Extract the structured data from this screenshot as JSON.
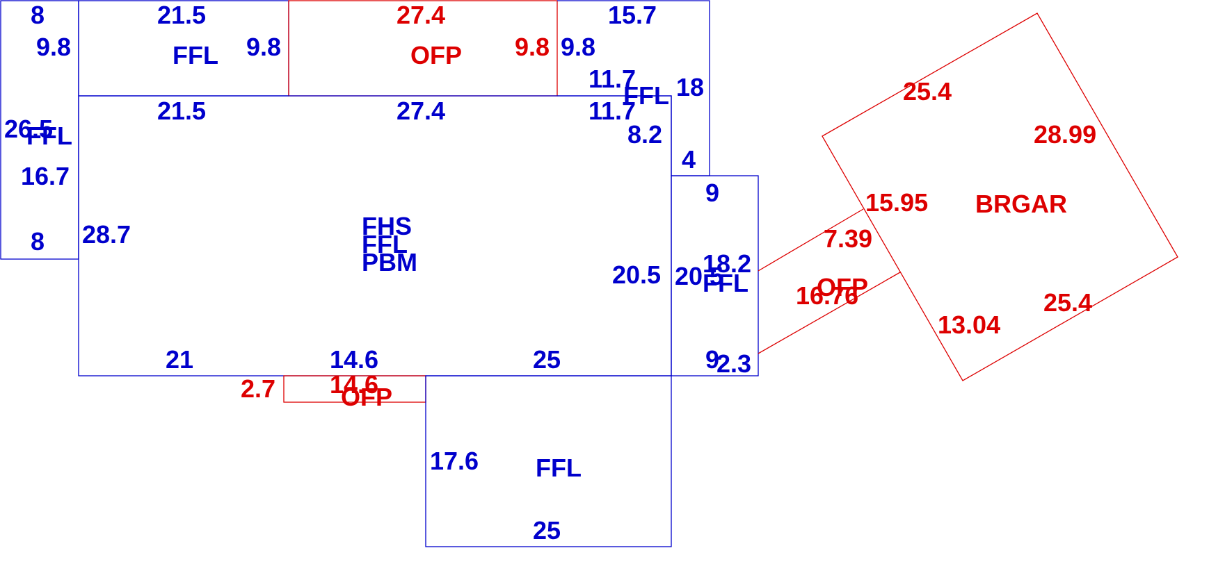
{
  "colors": {
    "blue": "#0000cc",
    "red": "#dd0000",
    "background": "#ffffff"
  },
  "areas": {
    "left_wing": {
      "label": "FFL",
      "dims": [
        "8",
        "9.8",
        "26.5",
        "16.7",
        "8"
      ]
    },
    "upper_left_room": {
      "label": "FFL",
      "dims": [
        "21.5",
        "9.8"
      ]
    },
    "front_porch": {
      "label": "OFP",
      "dims": [
        "27.4",
        "9.8"
      ]
    },
    "upper_right_room": {
      "label": "FFL",
      "dims": [
        "15.7",
        "9.8",
        "11.7",
        "18",
        "11.7",
        "8.2",
        "4"
      ]
    },
    "main_house": {
      "labels": [
        "FHS",
        "FFL",
        "PBM"
      ],
      "dims": [
        "21.5",
        "27.4",
        "28.7",
        "20.5",
        "21",
        "14.6",
        "25"
      ]
    },
    "east_room": {
      "label": "FFL",
      "dims": [
        "9",
        "18.2",
        "20.5",
        "9",
        "2.3"
      ]
    },
    "breezeway_porch": {
      "label": "OFP",
      "dims": [
        "7.39",
        "16.76"
      ]
    },
    "garage": {
      "label": "BRGAR",
      "dims": [
        "25.4",
        "28.99",
        "15.95",
        "13.04",
        "25.4"
      ]
    },
    "rear_porch": {
      "label": "OFP",
      "dims": [
        "2.7",
        "14.6"
      ]
    },
    "rear_addition": {
      "label": "FFL",
      "dims": [
        "17.6",
        "25"
      ]
    }
  }
}
